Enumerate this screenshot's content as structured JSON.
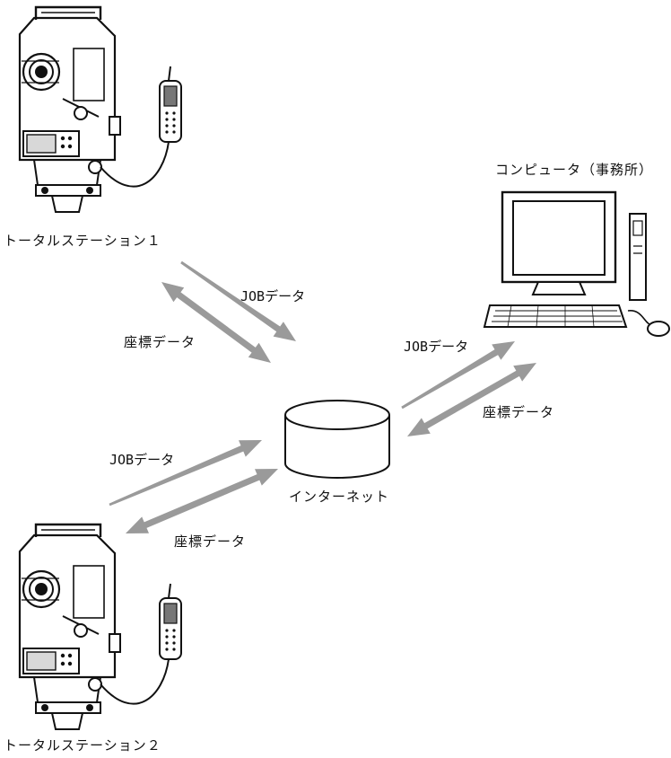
{
  "nodes": {
    "station1": {
      "label": "トータルステーション１"
    },
    "station2": {
      "label": "トータルステーション２"
    },
    "computer": {
      "label": "コンピュータ（事務所）"
    },
    "internet": {
      "label": "インターネット"
    }
  },
  "flows": {
    "station1_job": "JOBデータ",
    "station1_coord": "座標データ",
    "station2_job": "JOBデータ",
    "station2_coord": "座標データ",
    "computer_job": "JOBデータ",
    "computer_coord": "座標データ"
  },
  "colors": {
    "arrow": "#9a9a9a",
    "line": "#111111",
    "screen": "#ffffff"
  }
}
